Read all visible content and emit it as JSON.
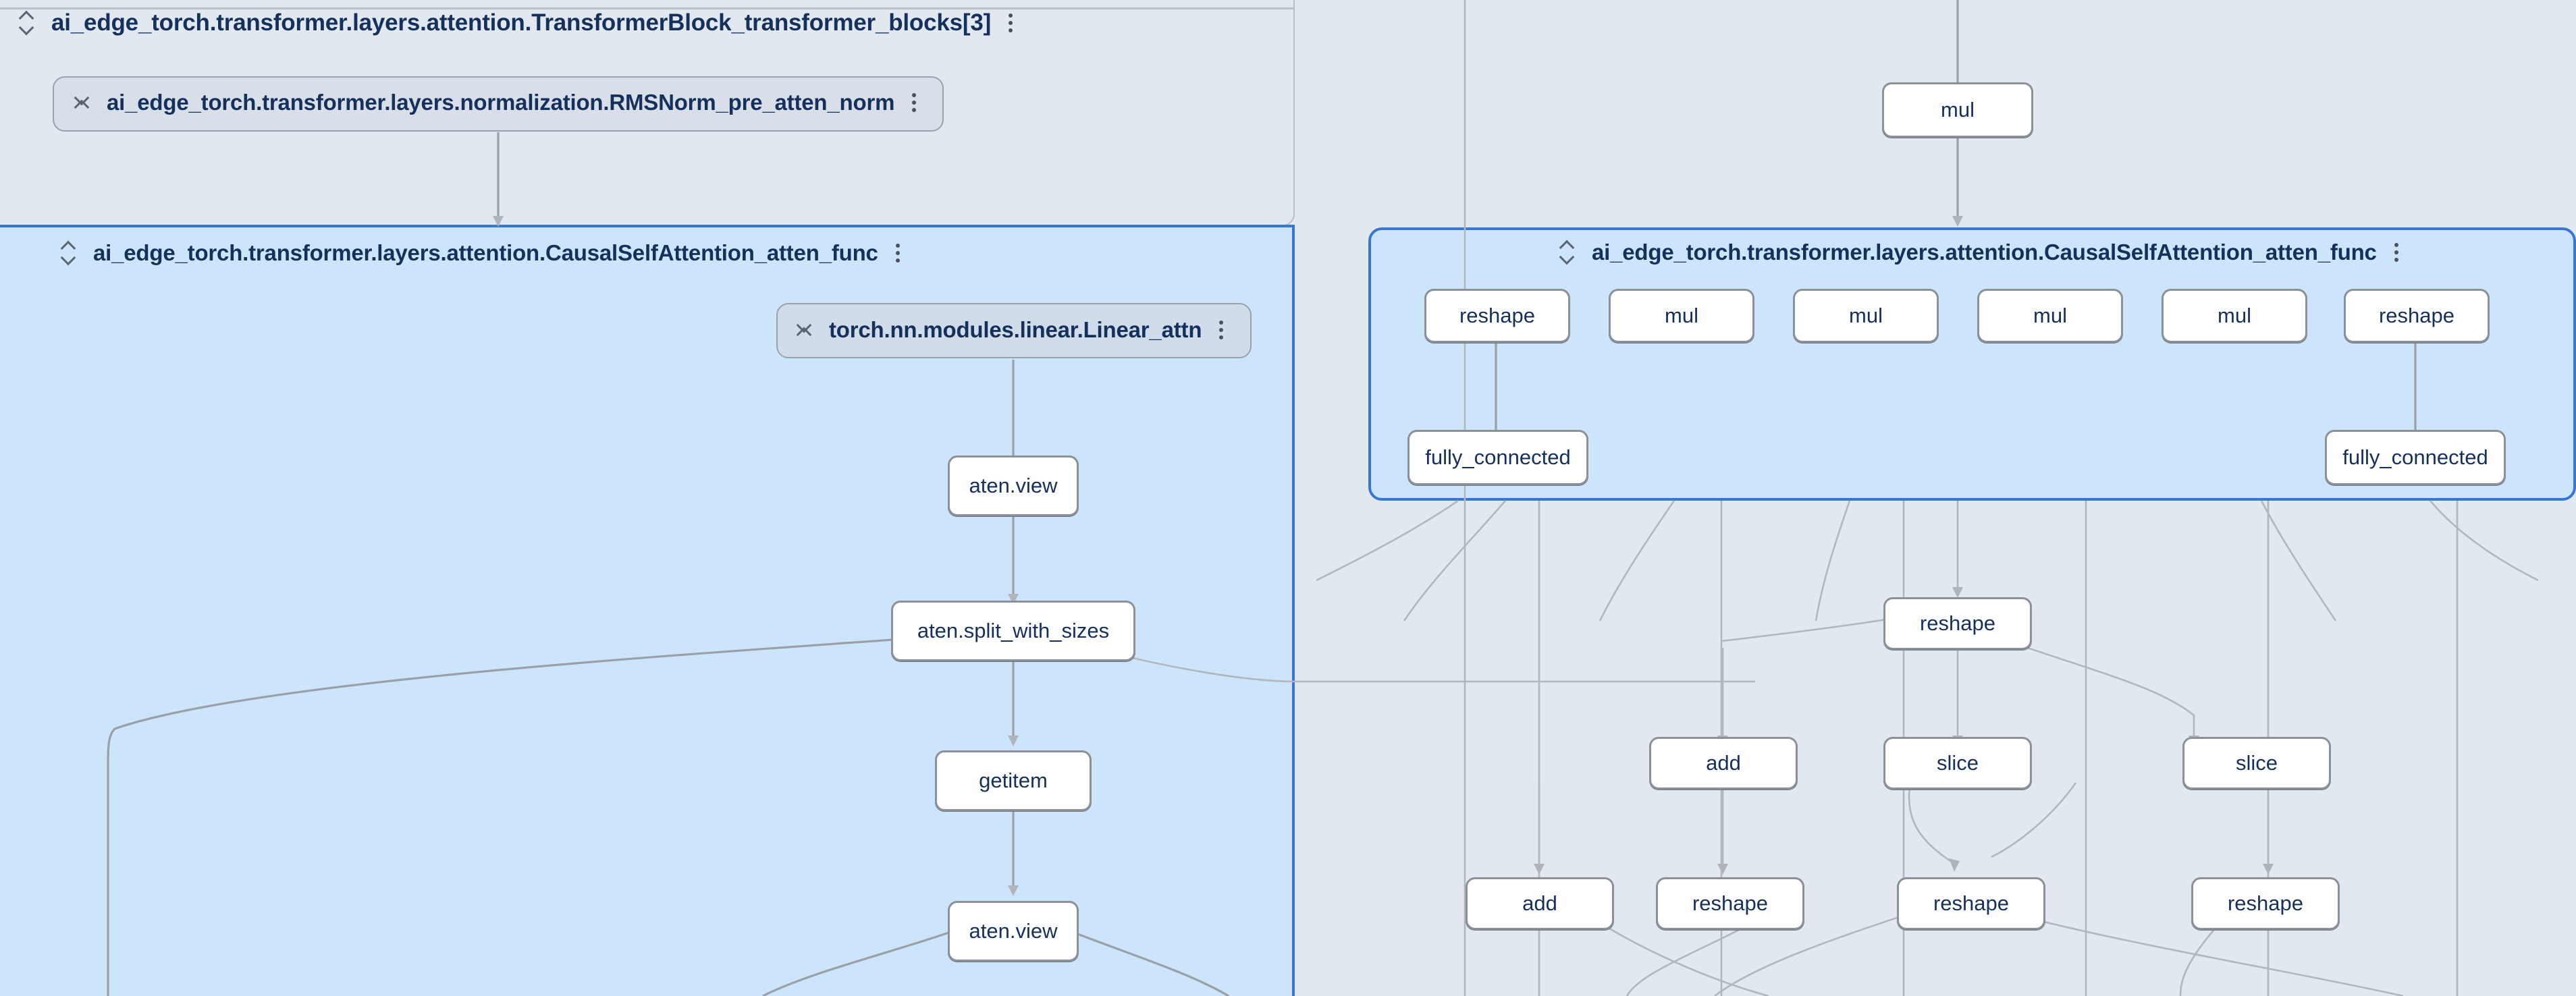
{
  "graph": {
    "type": "model-explorer-node-graph",
    "background_color": "#e2e8f0",
    "selected_group_color": "#cde5fa",
    "selected_group_border": "#3876d4",
    "node_fill": "#ffffff",
    "node_border": "#8b9099",
    "text_color": "#16305c",
    "edge_color": "#9aa0a8"
  },
  "left_panel": {
    "outer_group": {
      "title": "ai_edge_torch.transformer.layers.attention.TransformerBlock_transformer_blocks[3]",
      "collapse_icon": "expand-collapse-icon",
      "menu_icon": "kebab-menu-icon"
    },
    "rmsnorm_group": {
      "title": "ai_edge_torch.transformer.layers.normalization.RMSNorm_pre_atten_norm",
      "collapse_icon": "expand-collapse-icon",
      "menu_icon": "kebab-menu-icon"
    },
    "attention_group": {
      "title": "ai_edge_torch.transformer.layers.attention.CausalSelfAttention_atten_func",
      "collapse_icon": "expand-collapse-icon",
      "menu_icon": "kebab-menu-icon"
    },
    "linear_group": {
      "title": "torch.nn.modules.linear.Linear_attn",
      "collapse_icon": "expand-collapse-icon",
      "menu_icon": "kebab-menu-icon"
    },
    "nodes": [
      {
        "id": "l-view-1",
        "label": "aten.view"
      },
      {
        "id": "l-split",
        "label": "aten.split_with_sizes"
      },
      {
        "id": "l-getitem",
        "label": "getitem"
      },
      {
        "id": "l-view-2",
        "label": "aten.view"
      }
    ]
  },
  "right_panel": {
    "top_node": {
      "id": "r-mul-top",
      "label": "mul"
    },
    "attention_group": {
      "title": "ai_edge_torch.transformer.layers.attention.CausalSelfAttention_atten_func",
      "collapse_icon": "expand-collapse-icon",
      "menu_icon": "kebab-menu-icon"
    },
    "group_nodes": [
      {
        "id": "r-reshape-1",
        "label": "reshape"
      },
      {
        "id": "r-mul-1",
        "label": "mul"
      },
      {
        "id": "r-mul-2",
        "label": "mul"
      },
      {
        "id": "r-mul-3",
        "label": "mul"
      },
      {
        "id": "r-mul-4",
        "label": "mul"
      },
      {
        "id": "r-reshape-2",
        "label": "reshape"
      },
      {
        "id": "r-fc-1",
        "label": "fully_connected"
      },
      {
        "id": "r-fc-2",
        "label": "fully_connected"
      }
    ],
    "outer_nodes": [
      {
        "id": "r-reshape-3",
        "label": "reshape"
      },
      {
        "id": "r-add-1",
        "label": "add"
      },
      {
        "id": "r-slice-1",
        "label": "slice"
      },
      {
        "id": "r-slice-2",
        "label": "slice"
      },
      {
        "id": "r-add-2",
        "label": "add"
      },
      {
        "id": "r-reshape-4",
        "label": "reshape"
      },
      {
        "id": "r-reshape-5",
        "label": "reshape"
      },
      {
        "id": "r-reshape-6",
        "label": "reshape"
      }
    ]
  }
}
